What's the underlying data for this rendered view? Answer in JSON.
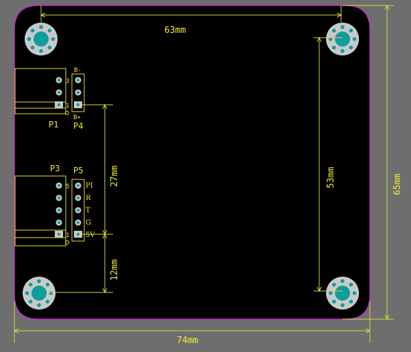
{
  "dimensions": {
    "width_top": "63mm",
    "width_bottom": "74mm",
    "height_right": "65mm",
    "height_inner": "53mm",
    "offset_27": "27mm",
    "offset_12": "12mm"
  },
  "connectors": {
    "p1": {
      "designator": "P1",
      "pin_first": "1",
      "pin_last": "3"
    },
    "p4": {
      "designator": "P4",
      "label_top": "B-",
      "label_bottom": "B+"
    },
    "p3": {
      "designator": "P3",
      "pin_first": "1",
      "pin_last": "5"
    },
    "p5": {
      "designator": "P5",
      "signals": [
        "PI",
        "R",
        "T",
        "G",
        "5V"
      ]
    }
  },
  "colors": {
    "background": "#6e6e6e",
    "board": "#000000",
    "outline": "#c026c8",
    "silkscreen": "#f2ea3a",
    "dimension": "#d8d840",
    "pad": "#c9c9c9",
    "drill": "#0e9c9c"
  }
}
